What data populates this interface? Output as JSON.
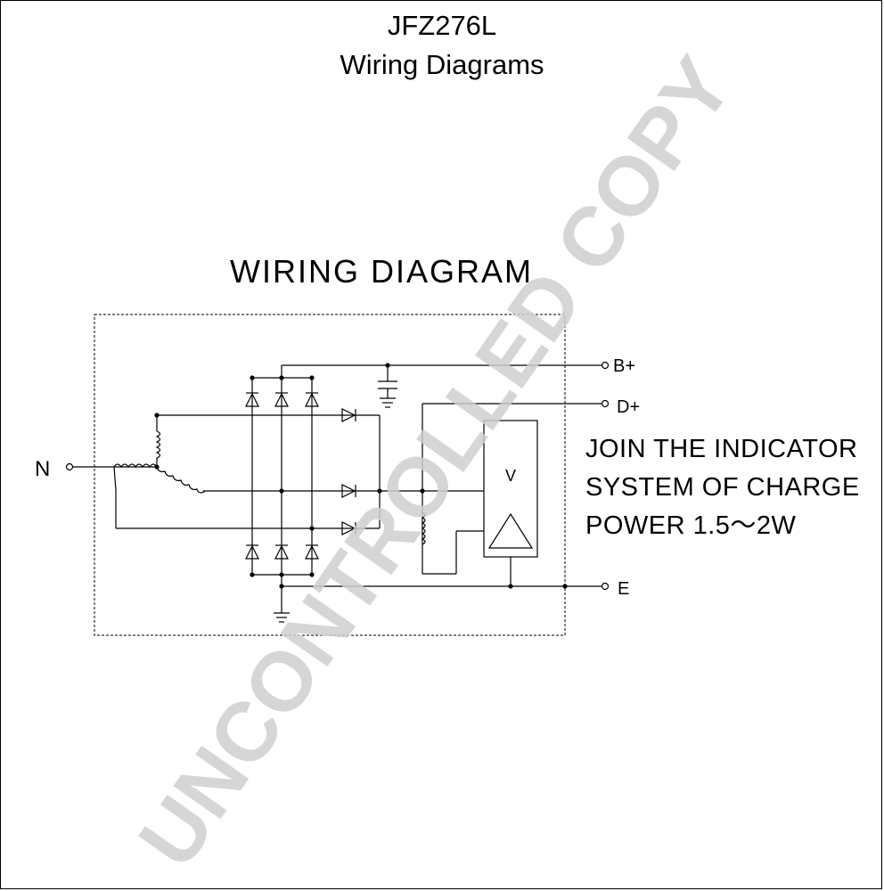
{
  "header": {
    "model": "JFZ276L",
    "subtitle": "Wiring Diagrams"
  },
  "diagram": {
    "heading": "WIRING DIAGRAM",
    "terminals": {
      "b_plus": "B+",
      "d_plus": "D+",
      "e": "E",
      "n": "N"
    },
    "regulator_label": "V",
    "note_lines": [
      "JOIN THE INDICATOR",
      "SYSTEM OF CHARGE",
      "POWER 1.5～2W"
    ]
  },
  "watermark": "UNCONTROLLED COPY"
}
